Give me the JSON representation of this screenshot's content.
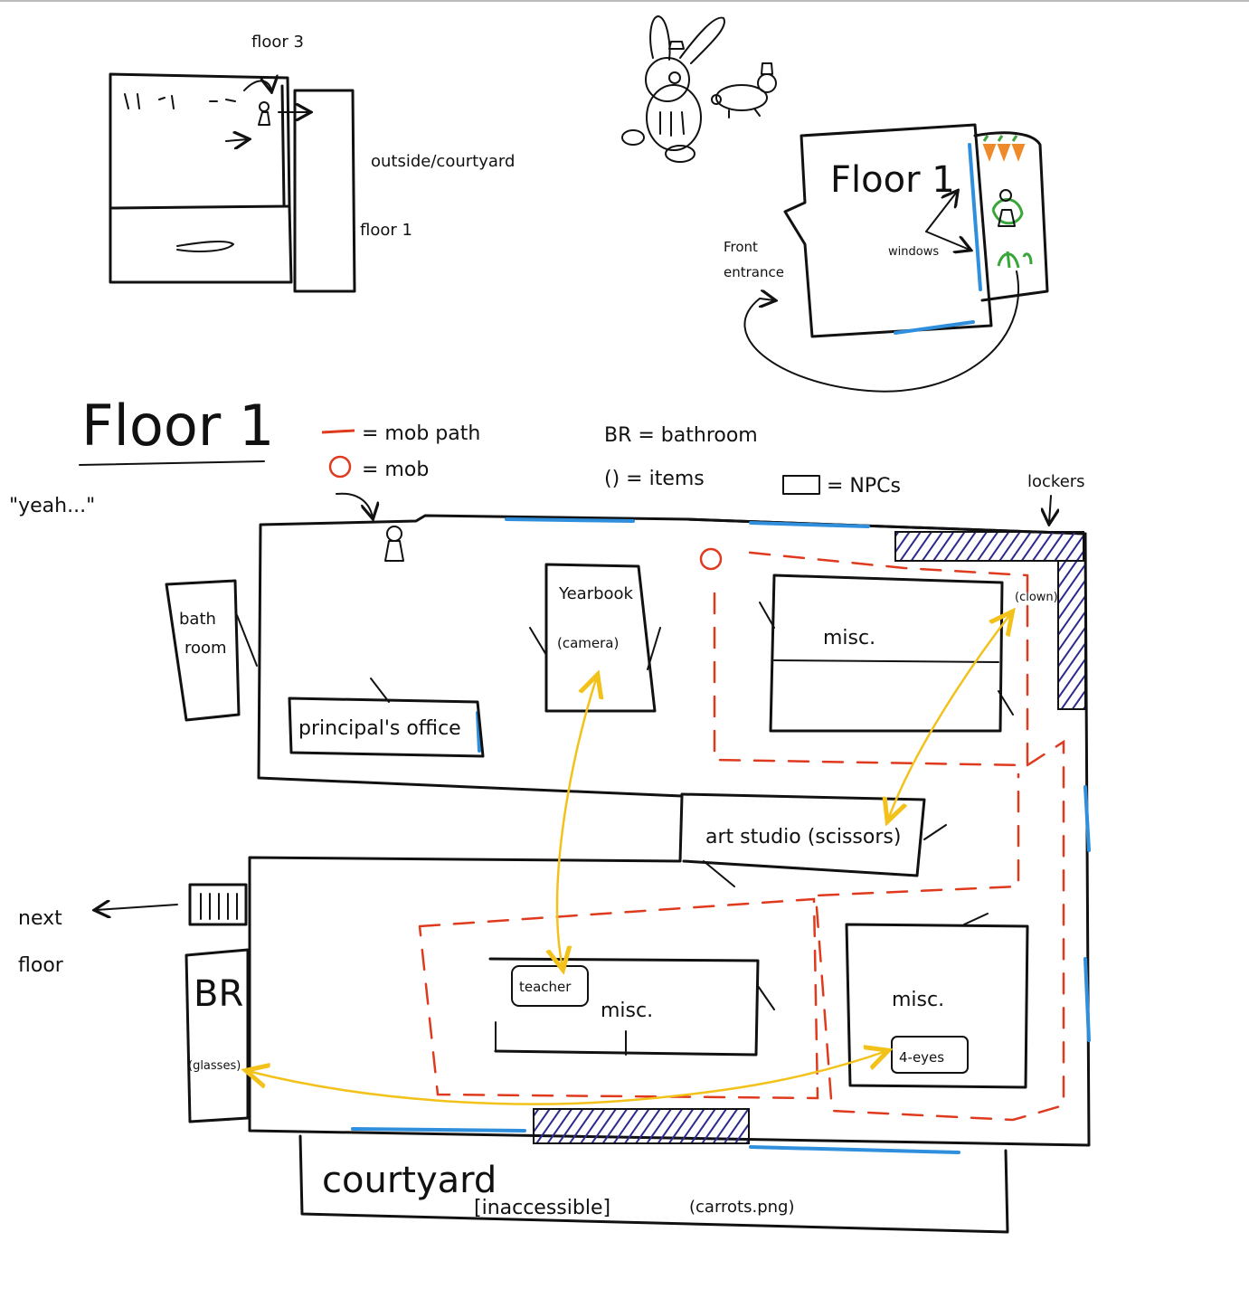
{
  "sketch_top_left": {
    "floor3": "floor 3",
    "outside": "outside/courtyard",
    "floor1": "floor 1"
  },
  "sketch_top_right": {
    "floor_title": "Floor 1",
    "front_entrance_1": "Front",
    "front_entrance_2": "entrance",
    "windows": "windows"
  },
  "main": {
    "title": "Floor 1",
    "quote": "\"yeah...\"",
    "legend": {
      "mob_path": "= mob path",
      "mob": "= mob",
      "br": "BR = bathroom",
      "items": "() = items",
      "npcs": "= NPCs"
    },
    "lockers": "lockers",
    "next_floor_1": "next",
    "next_floor_2": "floor",
    "rooms": {
      "bathroom_1": "bath",
      "bathroom_2": "room",
      "principal": "principal's office",
      "yearbook": "Yearbook",
      "camera": "(camera)",
      "misc_top": "misc.",
      "clown": "(clown)",
      "art_studio": "art studio (scissors)",
      "br": "BR",
      "glasses": "(glasses)",
      "teacher": "teacher",
      "misc_center": "misc.",
      "misc_right": "misc.",
      "four_eyes": "4-eyes",
      "courtyard": "courtyard",
      "inaccessible": "[inaccessible]",
      "carrots": "(carrots.png)"
    }
  },
  "colors": {
    "ink": "#111111",
    "wall_blue": "#2f8fdc",
    "mob_red": "#e03a1e",
    "link_gold": "#f2c21b",
    "locker_purple": "#2c2a8c",
    "plant_green": "#3aa53a",
    "carrot_orange": "#ee8a2a"
  }
}
